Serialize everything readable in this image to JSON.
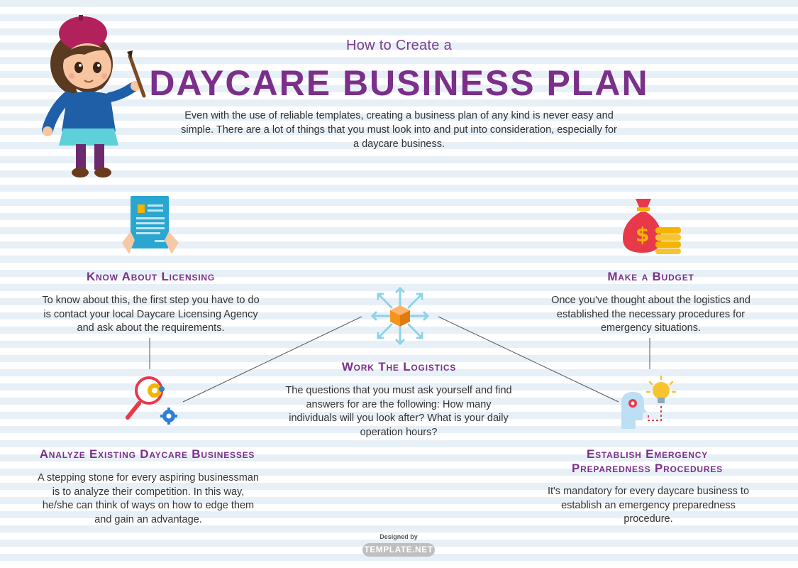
{
  "header": {
    "subtitle": "How to Create a",
    "title": "DAYCARE BUSINESS PLAN",
    "intro": "Even with the use of reliable templates, creating a business plan of any kind is never easy and simple. There are a lot of things that you must look into and put into consideration, especially for a daycare business."
  },
  "steps": {
    "licensing": {
      "title": "Know About Licensing",
      "text": "To know about this, the first step you have to do is contact your local Daycare Licensing Agency and ask about the requirements.",
      "icon": "licensing-document-icon"
    },
    "budget": {
      "title": "Make a Budget",
      "text": "Once you've thought about the logistics and established the necessary procedures for emergency situations.",
      "icon": "money-bag-icon"
    },
    "logistics": {
      "title": "Work The Logistics",
      "text": "The questions that you must ask yourself and find answers for are the following: How many individuals will you look after? What is your daily operation hours?",
      "icon": "box-arrows-icon"
    },
    "analyze": {
      "title": "Analyze Existing Daycare Businesses",
      "text": "A stepping stone for every aspiring businessman is to analyze their competition. In this way, he/she can think of ways on how to edge them and gain an advantage.",
      "icon": "magnifier-gears-icon"
    },
    "emergency": {
      "title_line1": "Establish Emergency",
      "title_line2": "Preparedness Procedures",
      "text": "It's mandatory for every daycare business to establish an emergency preparedness procedure.",
      "icon": "head-lightbulb-icon"
    }
  },
  "footer": {
    "designed_by": "Designed by",
    "brand": "TEMPLATE.NET"
  },
  "colors": {
    "title": "#7b2f8a",
    "stripe": "#e8f0f7",
    "connector": "#555555"
  }
}
